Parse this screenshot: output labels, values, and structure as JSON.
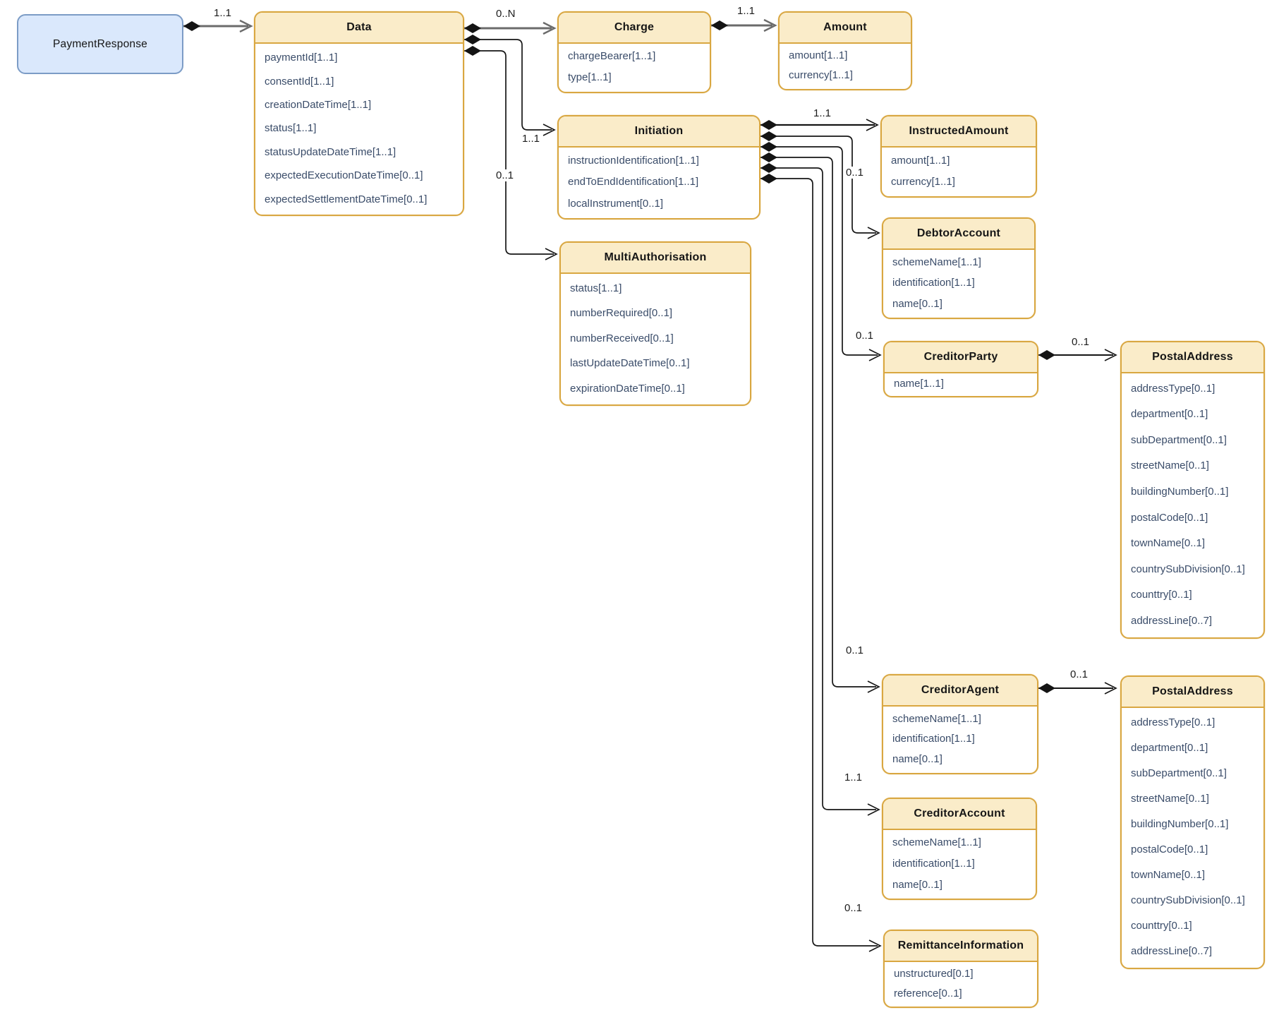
{
  "colors": {
    "entity_border": "#d9a741",
    "entity_header_fill": "#faecc9",
    "entity_body_fill": "#ffffff",
    "root_fill": "#dae8fc",
    "root_border": "#7c9cc6",
    "field_text": "#3a4c69",
    "connector_black": "#161616",
    "connector_gray": "#6b6b6b"
  },
  "entities": {
    "payment_response": {
      "title": "PaymentResponse",
      "fields": []
    },
    "data": {
      "title": "Data",
      "fields": [
        "paymentId[1..1]",
        "consentId[1..1]",
        "creationDateTime[1..1]",
        "status[1..1]",
        "statusUpdateDateTime[1..1]",
        "expectedExecutionDateTime[0..1]",
        "expectedSettlementDateTime[0..1]"
      ]
    },
    "charge": {
      "title": "Charge",
      "fields": [
        "chargeBearer[1..1]",
        "type[1..1]"
      ]
    },
    "amount": {
      "title": "Amount",
      "fields": [
        "amount[1..1]",
        "currency[1..1]"
      ]
    },
    "initiation": {
      "title": "Initiation",
      "fields": [
        "instructionIdentification[1..1]",
        "endToEndIdentification[1..1]",
        "localInstrument[0..1]"
      ]
    },
    "multi_authorisation": {
      "title": "MultiAuthorisation",
      "fields": [
        "status[1..1]",
        "numberRequired[0..1]",
        "numberReceived[0..1]",
        "lastUpdateDateTime[0..1]",
        "expirationDateTime[0..1]"
      ]
    },
    "instructed_amount": {
      "title": "InstructedAmount",
      "fields": [
        "amount[1..1]",
        "currency[1..1]"
      ]
    },
    "debtor_account": {
      "title": "DebtorAccount",
      "fields": [
        "schemeName[1..1]",
        "identification[1..1]",
        "name[0..1]"
      ]
    },
    "creditor_party": {
      "title": "CreditorParty",
      "fields": [
        "name[1..1]"
      ]
    },
    "postal_address_1": {
      "title": "PostalAddress",
      "fields": [
        "addressType[0..1]",
        "department[0..1]",
        "subDepartment[0..1]",
        "streetName[0..1]",
        "buildingNumber[0..1]",
        "postalCode[0..1]",
        "townName[0..1]",
        "countrySubDivision[0..1]",
        "counttry[0..1]",
        "addressLine[0..7]"
      ]
    },
    "creditor_agent": {
      "title": "CreditorAgent",
      "fields": [
        "schemeName[1..1]",
        "identification[1..1]",
        "name[0..1]"
      ]
    },
    "creditor_account": {
      "title": "CreditorAccount",
      "fields": [
        "schemeName[1..1]",
        "identification[1..1]",
        "name[0..1]"
      ]
    },
    "remittance_information": {
      "title": "RemittanceInformation",
      "fields": [
        "unstructured[0.1]",
        "reference[0..1]"
      ]
    },
    "postal_address_2": {
      "title": "PostalAddress",
      "fields": [
        "addressType[0..1]",
        "department[0..1]",
        "subDepartment[0..1]",
        "streetName[0..1]",
        "buildingNumber[0..1]",
        "postalCode[0..1]",
        "townName[0..1]",
        "countrySubDivision[0..1]",
        "counttry[0..1]",
        "addressLine[0..7]"
      ]
    }
  },
  "connections": [
    {
      "from": "payment_response",
      "to": "data",
      "label": "1..1"
    },
    {
      "from": "data",
      "to": "charge",
      "label": "0..N"
    },
    {
      "from": "data",
      "to": "initiation",
      "label": "1..1"
    },
    {
      "from": "data",
      "to": "multi_authorisation",
      "label": "0..1"
    },
    {
      "from": "charge",
      "to": "amount",
      "label": "1..1"
    },
    {
      "from": "initiation",
      "to": "instructed_amount",
      "label": "1..1"
    },
    {
      "from": "initiation",
      "to": "debtor_account",
      "label": "0..1"
    },
    {
      "from": "initiation",
      "to": "creditor_party",
      "label": "0..1"
    },
    {
      "from": "initiation",
      "to": "creditor_agent",
      "label": "0..1"
    },
    {
      "from": "initiation",
      "to": "creditor_account",
      "label": "1..1"
    },
    {
      "from": "initiation",
      "to": "remittance_information",
      "label": "0..1"
    },
    {
      "from": "creditor_party",
      "to": "postal_address_1",
      "label": "0..1"
    },
    {
      "from": "creditor_agent",
      "to": "postal_address_2",
      "label": "0..1"
    }
  ]
}
